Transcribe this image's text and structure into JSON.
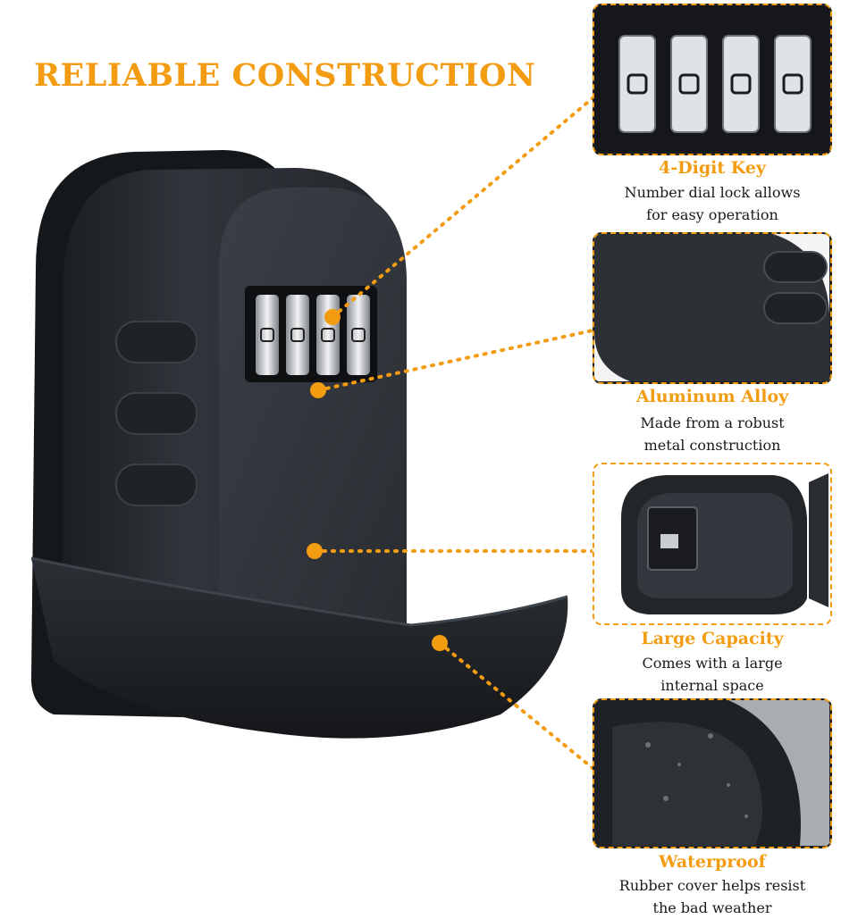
{
  "headline": "RELIABLE CONSTRUCTION",
  "colors": {
    "accent": "#f39c12",
    "product_body": "#2b2f34",
    "text": "#1a1a1a"
  },
  "features": [
    {
      "title": "4-Digit Key",
      "desc_line1": "Number dial lock allows",
      "desc_line2": "for easy operation",
      "icon": "combination-dial-closeup"
    },
    {
      "title": "Aluminum Alloy",
      "desc_line1": "Made from a robust",
      "desc_line2": "metal construction",
      "icon": "alloy-body-closeup"
    },
    {
      "title": "Large Capacity",
      "desc_line1": "Comes with a large",
      "desc_line2": "internal space",
      "icon": "open-box-interior"
    },
    {
      "title": "Waterproof",
      "desc_line1": "Rubber cover helps resist",
      "desc_line2": "the bad weather",
      "icon": "wet-rubber-cover"
    }
  ]
}
